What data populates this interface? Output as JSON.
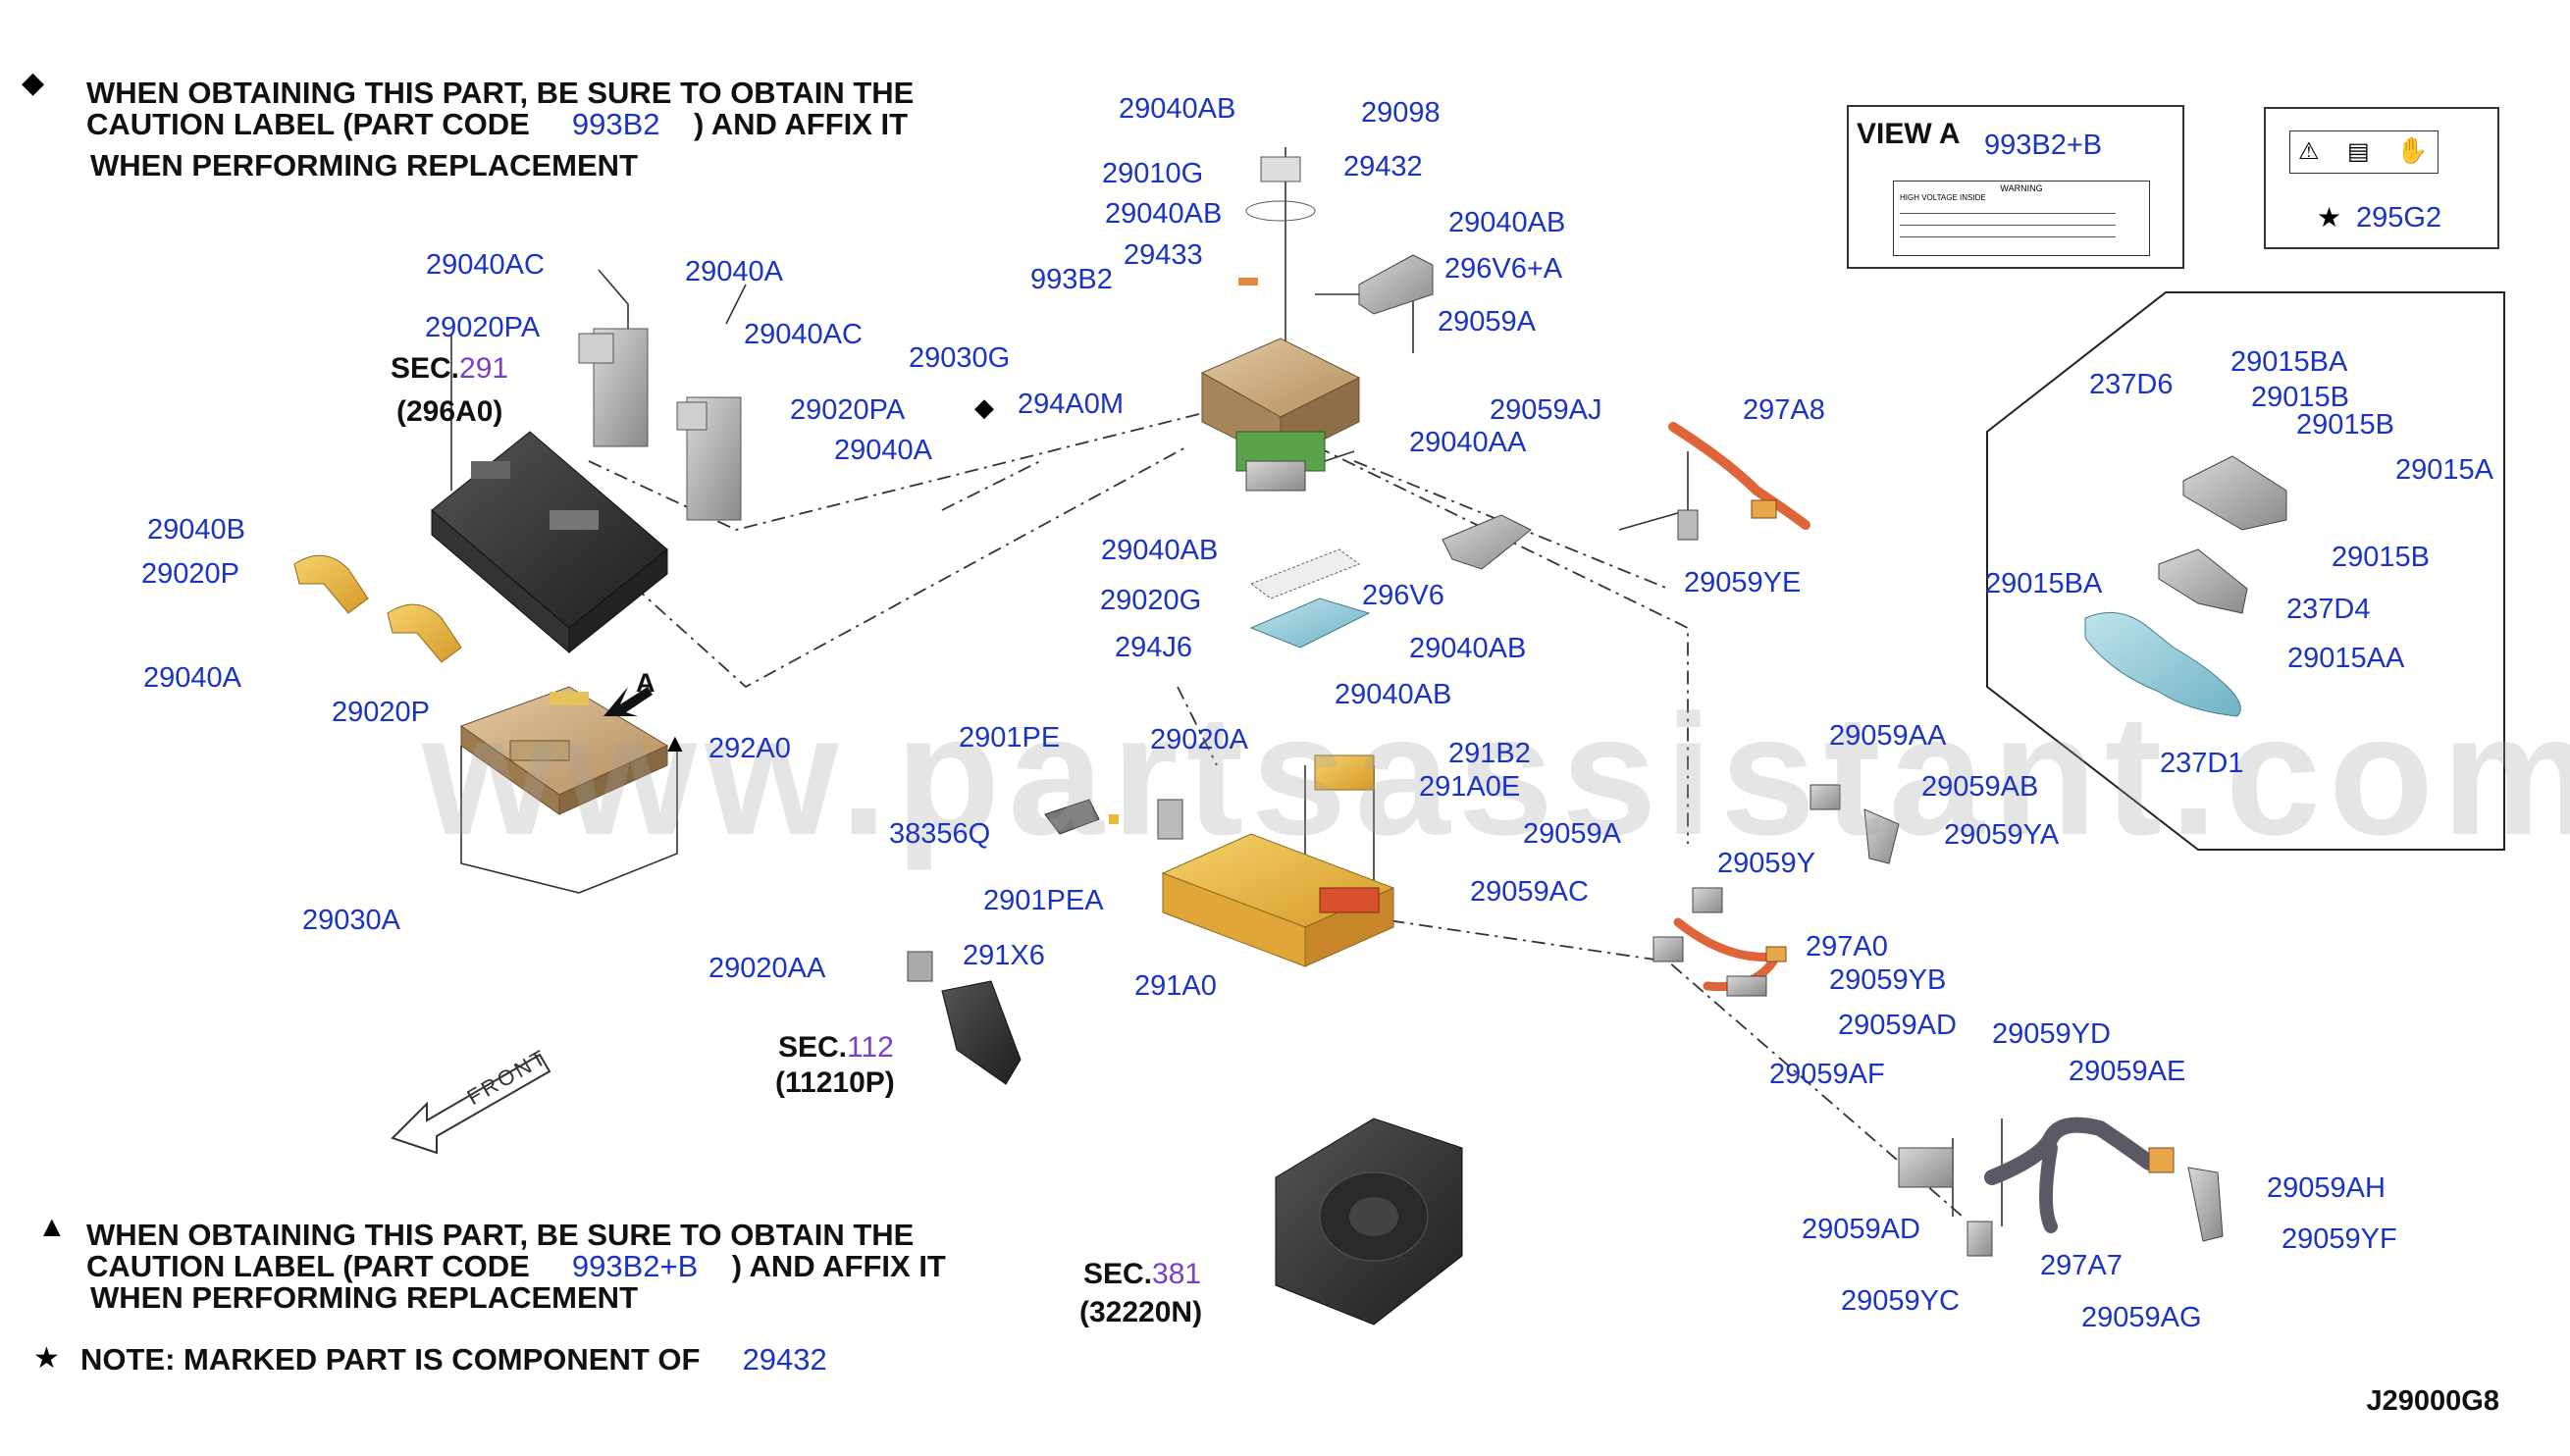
{
  "notes": {
    "diamond": {
      "symbol": "◆",
      "line1": "WHEN OBTAINING THIS PART, BE SURE TO OBTAIN THE",
      "line2_a": "CAUTION LABEL (PART CODE",
      "line2_code": "993B2",
      "line2_b": ") AND AFFIX IT",
      "line3": "WHEN PERFORMING REPLACEMENT"
    },
    "triangle": {
      "symbol": "▲",
      "line1": "WHEN OBTAINING THIS PART, BE SURE TO OBTAIN THE",
      "line2_a": "CAUTION LABEL (PART CODE",
      "line2_code": "993B2+B",
      "line2_b": ") AND AFFIX IT",
      "line3": "WHEN PERFORMING REPLACEMENT"
    },
    "star": {
      "symbol": "★",
      "text": "NOTE: MARKED PART IS COMPONENT OF",
      "code": "29432"
    }
  },
  "view_a": {
    "title": "VIEW A",
    "code": "993B2+B",
    "label_heading": "WARNING",
    "label_text": "HIGH VOLTAGE INSIDE"
  },
  "label_295g2": {
    "star": "★",
    "code": "295G2"
  },
  "sections": [
    {
      "prefix": "SEC.",
      "num": "291",
      "sub": "(296A0)"
    },
    {
      "prefix": "SEC.",
      "num": "112",
      "sub": "(11210P)"
    },
    {
      "prefix": "SEC.",
      "num": "381",
      "sub": "(32220N)"
    }
  ],
  "arrow_label": "A",
  "front_label": "FRONT",
  "diagram_code": "J29000G8",
  "watermark": "www.partsassistant.com",
  "labels": [
    "29040AB",
    "29098",
    "29010G",
    "29432",
    "29040AB",
    "29433",
    "29040AB",
    "993B2",
    "296V6+A",
    "29059A",
    "29030G",
    "294A0M",
    "29040AA",
    "29059AJ",
    "297A8",
    "29040AC",
    "29040A",
    "29020PA",
    "29040AC",
    "29020PA",
    "29040A",
    "29040B",
    "29020P",
    "29040A",
    "29020P",
    "292A0",
    "29030A",
    "29040AB",
    "29020G",
    "296V6",
    "294J6",
    "29040AB",
    "29059YE",
    "29040AB",
    "2901PE",
    "29020A",
    "291B2",
    "291A0E",
    "38356Q",
    "2901PEA",
    "29020AA",
    "291X6",
    "291A0",
    "29059AA",
    "29059AB",
    "29059A",
    "29059Y",
    "29059YA",
    "29059AC",
    "297A0",
    "29059YB",
    "29059AD",
    "29059YD",
    "29059AF",
    "29059AE",
    "29059AH",
    "29059AD",
    "297A7",
    "29059YF",
    "29059YC",
    "29059AG",
    "237D6",
    "29015BA",
    "29015B",
    "29015B",
    "29015A",
    "29015B",
    "29015BA",
    "237D4",
    "29015AA",
    "237D1"
  ],
  "colors": {
    "label_blue": "#1a33c7",
    "section_purple": "#7a3fc7",
    "harness_orange": "#e0643a",
    "bracket_gold": "#d9b24a",
    "inverter_tan": "#c8a878"
  }
}
